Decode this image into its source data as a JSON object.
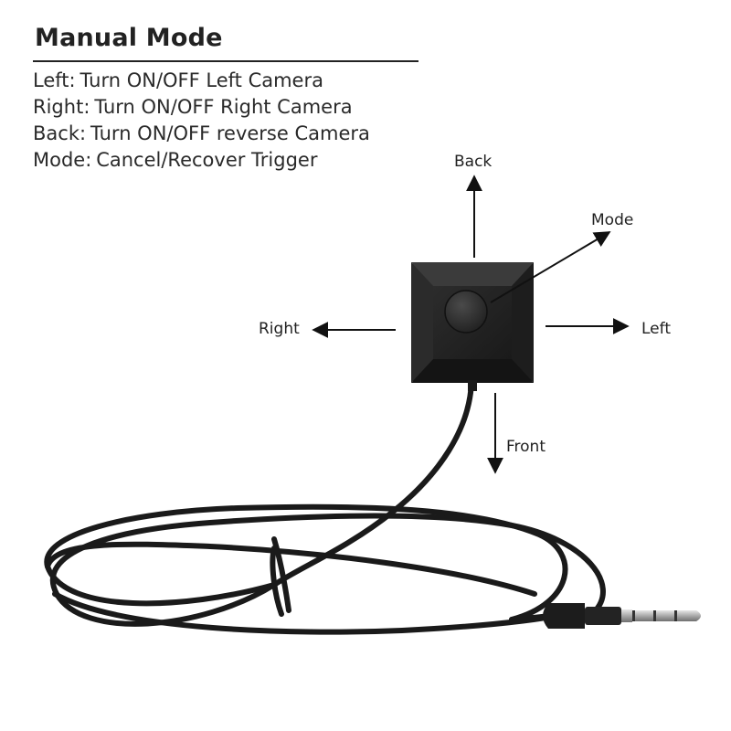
{
  "title": "Manual Mode",
  "functions": [
    {
      "key": "Left",
      "desc": "Turn ON/OFF Left Camera"
    },
    {
      "key": "Right",
      "desc": "Turn ON/OFF Right Camera"
    },
    {
      "key": "Back",
      "desc": "Turn ON/OFF reverse Camera"
    },
    {
      "key": "Mode",
      "desc": "Cancel/Recover Trigger"
    }
  ],
  "separator": ":",
  "directions": {
    "back": "Back",
    "mode": "Mode",
    "right": "Right",
    "left": "Left",
    "front": "Front"
  },
  "colors": {
    "text": "#222222",
    "device_body": "#1e1e1e",
    "cable": "#1a1a1a",
    "plug_metal": "#b9b9b9"
  }
}
